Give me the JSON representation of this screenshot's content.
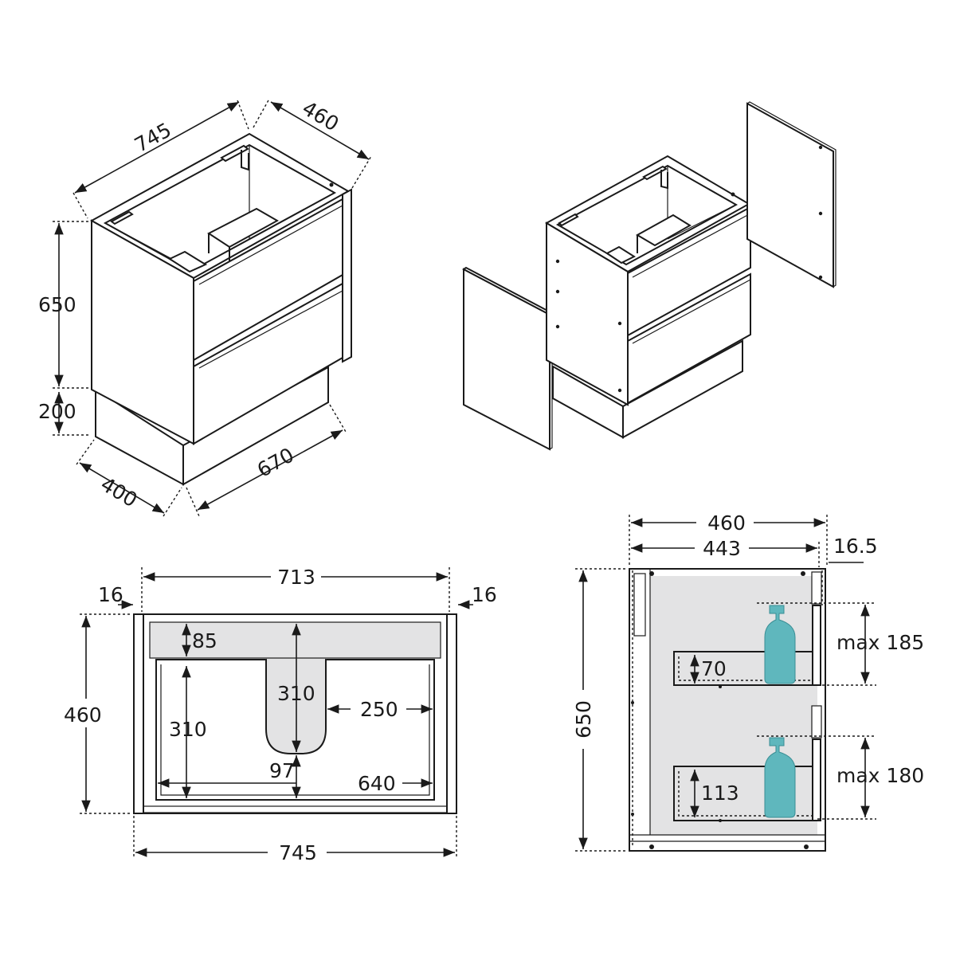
{
  "views": {
    "iso_assembled": {
      "width": "745",
      "depth": "460",
      "cabinet_height": "650",
      "plinth_height": "200",
      "plinth_depth": "400",
      "plinth_width": "670"
    },
    "top_view": {
      "inner_width": "713",
      "side_left": "16",
      "side_right": "16",
      "depth": "460",
      "rear_gap": "85",
      "cutout_depth": "310",
      "drawer_depth": "310",
      "cutout_side": "250",
      "cutout_bottom": "97",
      "drawer_width": "640",
      "overall_width": "745"
    },
    "side_view": {
      "depth": "460",
      "inner_depth": "443",
      "door_thickness": "16.5",
      "height": "650",
      "upper_clearance": "max 185",
      "upper_drawer_height": "70",
      "lower_clearance": "max 180",
      "lower_drawer_height": "113"
    }
  },
  "colors": {
    "line": "#1a1a1a",
    "cutout_fill": "#e3e3e4",
    "bottle": "#5fb7bd"
  },
  "icons": [
    "soap-bottle-icon",
    "soap-bottle-icon"
  ]
}
